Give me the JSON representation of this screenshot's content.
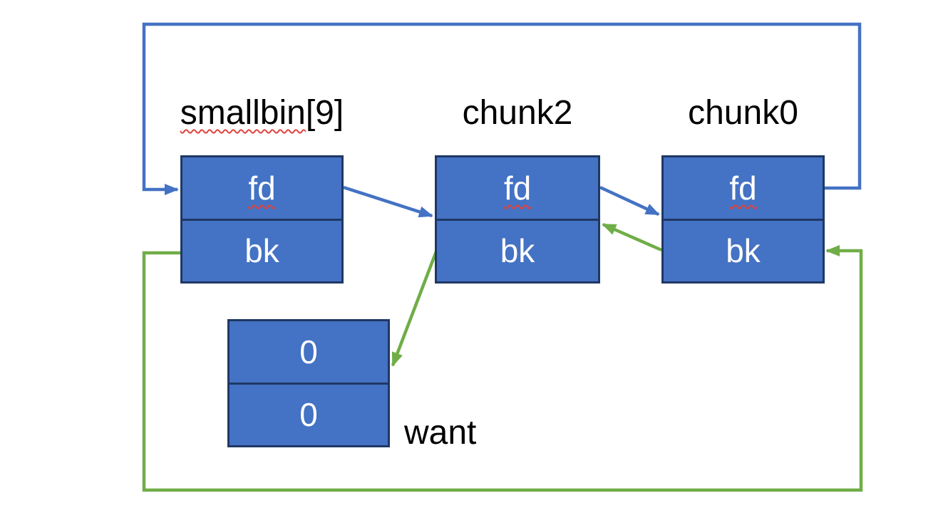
{
  "colors": {
    "background": "#ffffff",
    "box_fill": "#4472C4",
    "box_border": "#1F3864",
    "fd_link": "#4472C4",
    "bk_link": "#70AD47",
    "cell_text": "#ffffff",
    "label_text": "#000000",
    "spellcheck": "#E0433E"
  },
  "labels": {
    "smallbin_main": "smallbin",
    "smallbin_suffix": "[9]",
    "chunk2": "chunk2",
    "chunk0": "chunk0",
    "want": "want"
  },
  "nodes": {
    "smallbin": {
      "cells": [
        "fd",
        "bk"
      ]
    },
    "chunk2": {
      "cells": [
        "fd",
        "bk"
      ]
    },
    "chunk0": {
      "cells": [
        "fd",
        "bk"
      ]
    },
    "want": {
      "cells": [
        "0",
        "0"
      ]
    }
  },
  "edges": [
    {
      "id": "smallbin-fd-to-chunk2",
      "from": "smallbin[9].fd",
      "to": "chunk2",
      "type": "fd",
      "color": "#4472C4"
    },
    {
      "id": "chunk2-fd-to-chunk0",
      "from": "chunk2.fd",
      "to": "chunk0",
      "type": "fd",
      "color": "#4472C4"
    },
    {
      "id": "chunk0-fd-to-smallbin",
      "from": "chunk0.fd",
      "to": "smallbin[9]",
      "type": "fd",
      "color": "#4472C4"
    },
    {
      "id": "smallbin-bk-to-chunk0",
      "from": "smallbin[9].bk",
      "to": "chunk0",
      "type": "bk",
      "color": "#70AD47"
    },
    {
      "id": "chunk0-bk-to-chunk2",
      "from": "chunk0.bk",
      "to": "chunk2",
      "type": "bk",
      "color": "#70AD47"
    },
    {
      "id": "chunk2-bk-to-want",
      "from": "chunk2.bk",
      "to": "want",
      "type": "bk",
      "color": "#70AD47"
    }
  ]
}
